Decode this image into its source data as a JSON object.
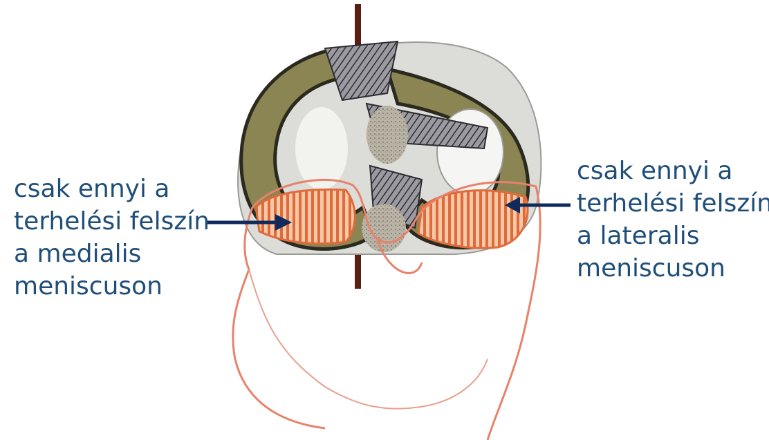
{
  "labels": {
    "medial": {
      "lines": [
        "csak ennyi a",
        "terhelési felszín",
        "a medialis",
        "meniscuson"
      ]
    },
    "lateral": {
      "lines": [
        "csak ennyi a",
        "terhelési felszín",
        "a lateralis",
        "meniscuson"
      ]
    }
  },
  "colors": {
    "text": "#1f4e79",
    "arrow": "#0f2b5c",
    "meniscus": "#8a8552",
    "tibia_outline": "#e8826a",
    "contact_hatch": "#e06a3a",
    "axis": "#5a1f14",
    "cartilage_bg": "#dcdcd8"
  }
}
